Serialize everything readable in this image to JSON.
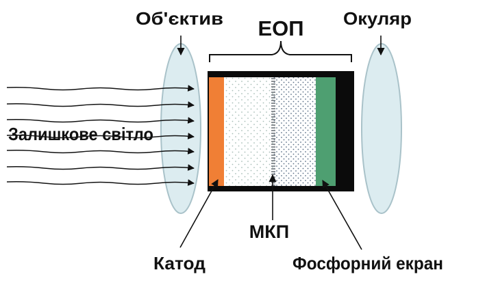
{
  "labels": {
    "objective": "Об'єктив",
    "eop": "ЕОП",
    "eyepiece": "Окуляр",
    "residual_light": "Залишкове світло",
    "mcp": "МКП",
    "cathode": "Катод",
    "phosphor_screen": "Фосфорний екран"
  },
  "colors": {
    "lens_fill": "#dcecf0",
    "lens_stroke": "#a9c2c9",
    "cathode": "#f07f35",
    "phosphor": "#4e9f71",
    "housing": "#0b0b0b",
    "dots_left": "#a7bdb7",
    "dots_right": "#5a6f86",
    "line": "#111111"
  },
  "icons": {
    "light_rays": "wavy-arrow-icon",
    "pointer": "arrow-icon"
  }
}
